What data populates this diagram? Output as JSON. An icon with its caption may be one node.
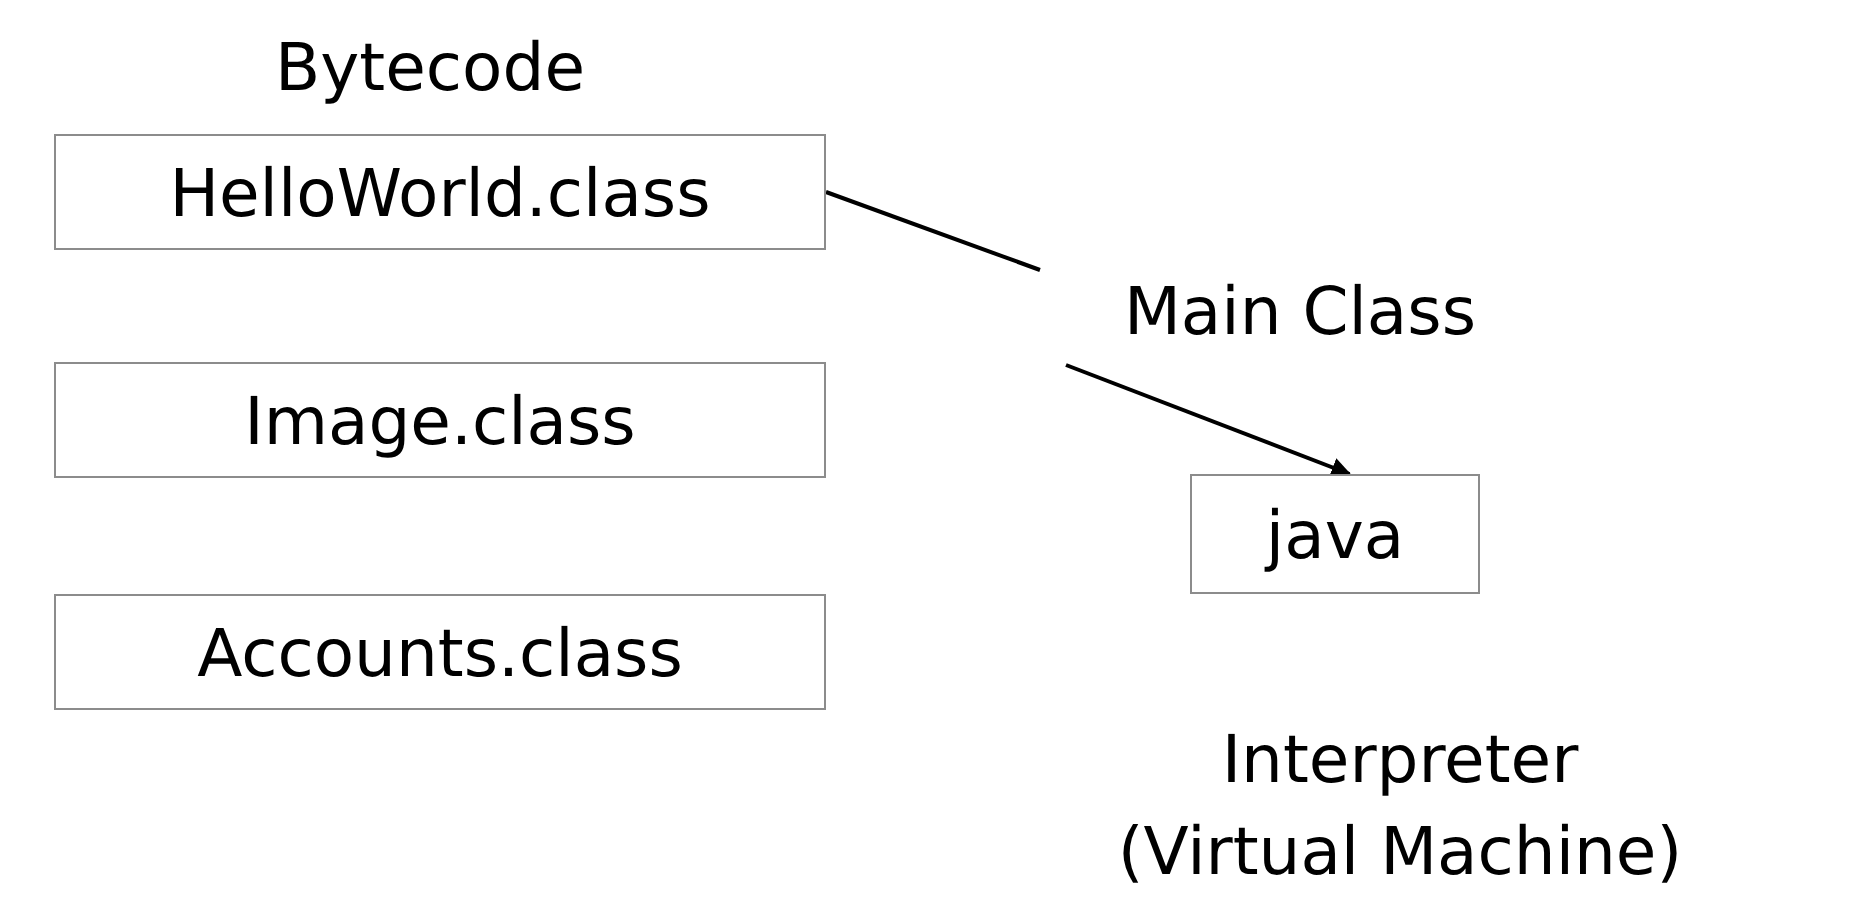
{
  "diagram": {
    "nodes": [
      {
        "text": [
          "HelloWorld.class"
        ]
      },
      {
        "text": [
          "Image.class"
        ]
      },
      {
        "text": [
          "Accounts.class"
        ]
      },
      {
        "text": [
          "Main Class"
        ]
      },
      {
        "text": [
          "java"
        ],
        "beside": [
          "Interpreter (Virtual Machine)"
        ]
      }
    ],
    "edges": [
      {
        "from": 0,
        "to": 3,
        "arrow": "none"
      },
      {
        "from": 3,
        "to": 4,
        "arrow": "to"
      }
    ],
    "labels": [
      "Bytecode"
    ]
  }
}
